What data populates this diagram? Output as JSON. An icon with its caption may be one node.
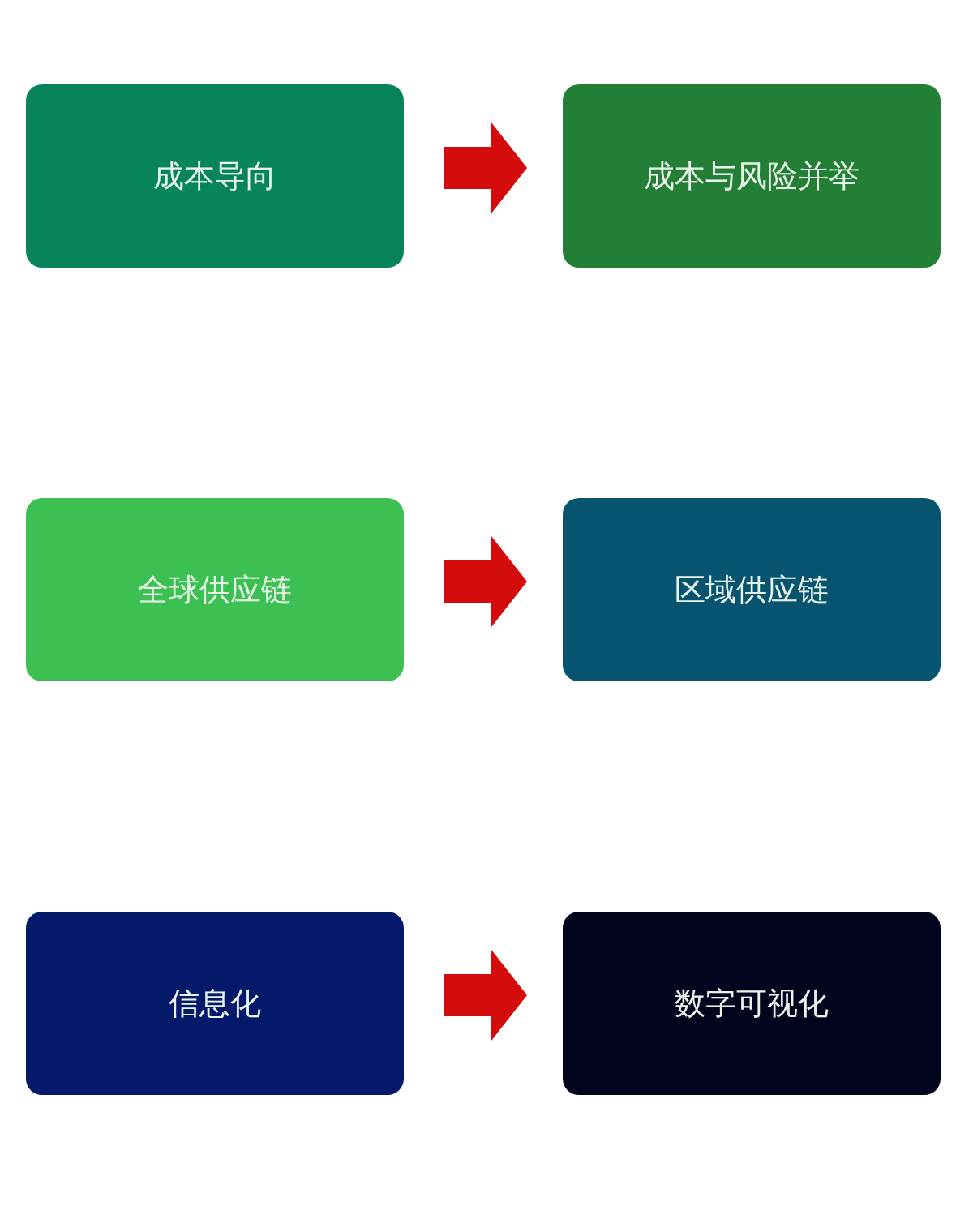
{
  "diagram": {
    "nodes": [
      {
        "text": [
          "成本导向"
        ]
      },
      {
        "text": [
          "成本与风险并举"
        ]
      },
      {
        "text": [
          "全球供应链"
        ]
      },
      {
        "text": [
          "区域供应链"
        ]
      },
      {
        "text": [
          "信息化"
        ]
      },
      {
        "text": [
          "数字可视化"
        ]
      }
    ],
    "edges": [
      {
        "from": 0,
        "to": 1,
        "arrow": "to"
      },
      {
        "from": 2,
        "to": 3,
        "arrow": "to"
      },
      {
        "from": 4,
        "to": 5,
        "arrow": "to"
      }
    ]
  }
}
